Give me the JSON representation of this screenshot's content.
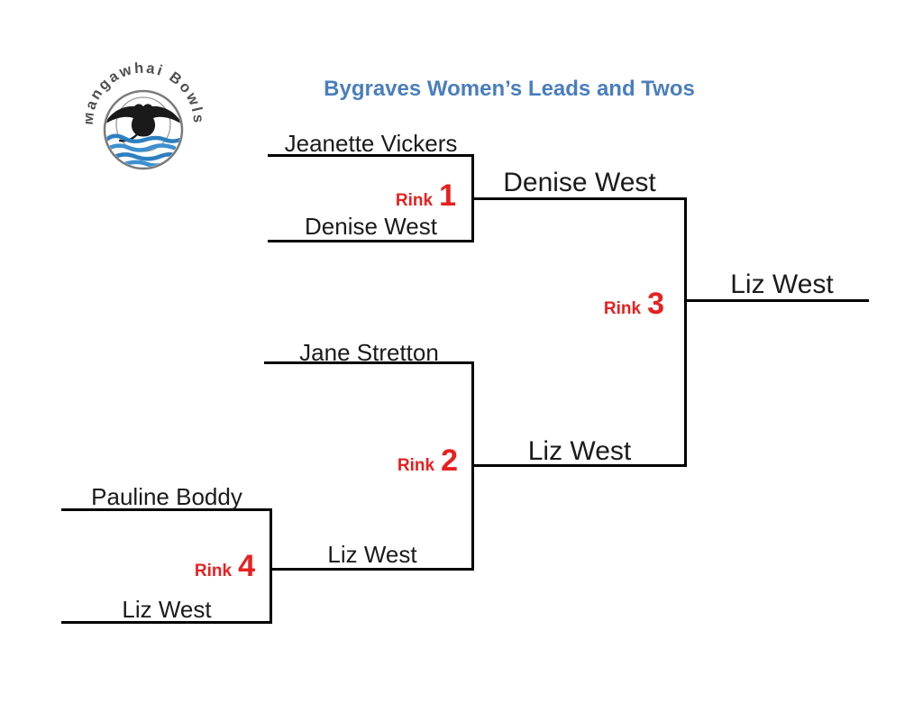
{
  "logo": {
    "arc_text": "Mangawhai Bowls",
    "icon": "manta-ray-over-waves",
    "ring_color": "#7a7a7a",
    "wave_color": "#2d7fc0",
    "ray_color": "#1a1a1a"
  },
  "title": {
    "text": "Bygraves Women’s Leads and Twos",
    "color": "#4a7ebd"
  },
  "colors": {
    "rink_red": "#e8201f",
    "line_black": "#000000",
    "text": "#1b1b1b"
  },
  "bracket": {
    "rink_word": "Rink",
    "matches": [
      {
        "rink": "1",
        "player1": "Jeanette Vickers",
        "player2": "Denise West",
        "winner": "Denise West"
      },
      {
        "rink": "2",
        "player1": "Jane Stretton",
        "player2": "Liz West",
        "winner": "Liz West"
      },
      {
        "rink": "3",
        "player1": "Denise West",
        "player2": "Liz West",
        "winner": "Liz West"
      },
      {
        "rink": "4",
        "player1": "Pauline Boddy",
        "player2": "Liz West",
        "winner": "Liz West"
      }
    ],
    "champion": "Liz West"
  }
}
